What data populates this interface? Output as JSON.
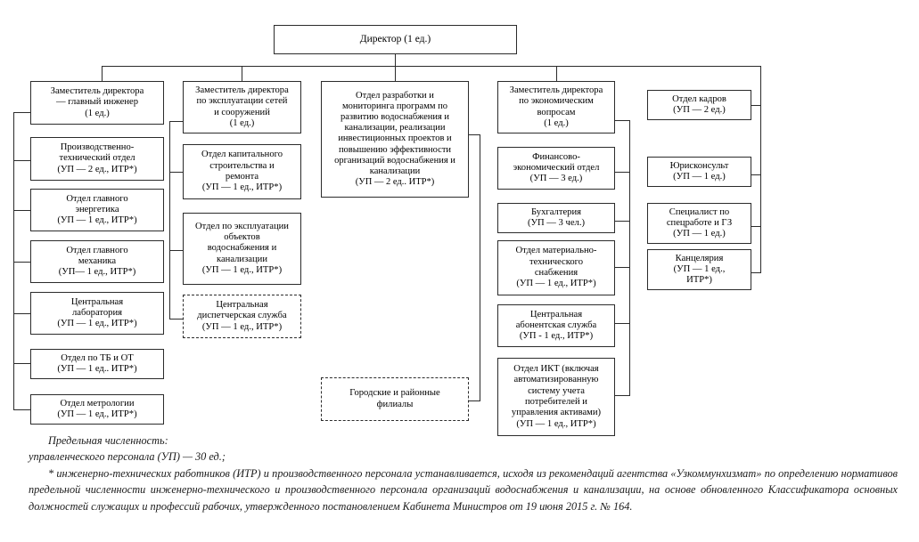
{
  "diagram": {
    "type": "org-chart",
    "title_box": {
      "label": "Директор (1 ед.)"
    },
    "columns": [
      {
        "name": "chief-engineer",
        "head": "Заместитель директора\n— главный инженер\n(1 ед.)",
        "children": [
          "Производственно-\nтехнический отдел\n(УП — 2 ед., ИТР*)",
          "Отдел главного\nэнергетика\n(УП — 1 ед., ИТР*)",
          "Отдел главного\nмеханика\n(УП— 1 ед., ИТР*)",
          "Центральная\nлаборатория\n(УП — 1 ед., ИТР*)",
          "Отдел по ТБ и ОТ\n(УП — 1 ед.. ИТР*)",
          "Отдел метрологии\n(УП — 1 ед., ИТР*)"
        ]
      },
      {
        "name": "networks-operation",
        "head": "Заместитель директора\nпо эксплуатации сетей\nи сооружений\n(1 ед.)",
        "children": [
          "Отдел капитального\nстроительства и\nремонта\n(УП — 1 ед., ИТР*)",
          "Отдел по эксплуатации\nобъектов\nводоснабжения и\nканализации\n(УП — 1 ед., ИТР*)",
          "Центральная\nдиспетчерская служба\n(УП — 1 ед., ИТР*)"
        ]
      },
      {
        "name": "development-monitoring",
        "head": "Отдел разработки и\nмониторинга программ по\nразвитию водоснабжения и\nканализации, реализации\nинвестиционных проектов и\nповышению эффективности\nорганизаций водоснабжения и\nканализации\n(УП — 2 ед.. ИТР*)",
        "children": [
          "Городские и районные\nфилиалы"
        ]
      },
      {
        "name": "economics",
        "head": "Заместитель директора\nпо экономическим\nвопросам\n(1 ед.)",
        "children": [
          "Финансово-\nэкономический отдел\n(УП — 3 ед.)",
          "Бухгалтерия\n(УП — 3 чел.)",
          "Отдел материально-\nтехнического\nснабжения\n(УП — 1 ед., ИТР*)",
          "Центральная\nабонентская служба\n(УП - 1 ед., ИТР*)",
          "Отдел ИКТ (включая\nавтоматизированную\nсистему учета\nпотребителей и\nуправления активами)\n(УП — 1 ед., ИТР*)"
        ]
      },
      {
        "name": "administrative",
        "head": null,
        "children": [
          "Отдел кадров\n(УП — 2 ед.)",
          "Юрисконсульт\n(УП — 1 ед.)",
          "Специалист по\nспецработе и ГЗ\n(УП — 1 ед.)",
          "Канцелярия\n(УП — 1 ед.,\nИТР*)"
        ]
      }
    ]
  },
  "footnote": {
    "line1": "Предельная численность:",
    "line2": "управленческого персонала (УП) — 30 ед.;",
    "line3": "* инженерно-технических работников (ИТР) и производственного персонала устанавливается, исходя из рекомендаций агентства «Узкоммунхизмат» по определению нормативов предельной численности инженерно-технического и производственного персонала организаций водоснабжения и канализации, на основе обновленного Классификатора основных должностей служащих и профессий рабочих, утвержденного постановлением Кабинета Министров от 19 июня 2015 г. № 164."
  },
  "colors": {
    "line": "#2b2b2b",
    "background": "#ffffff",
    "text": "#000000"
  }
}
